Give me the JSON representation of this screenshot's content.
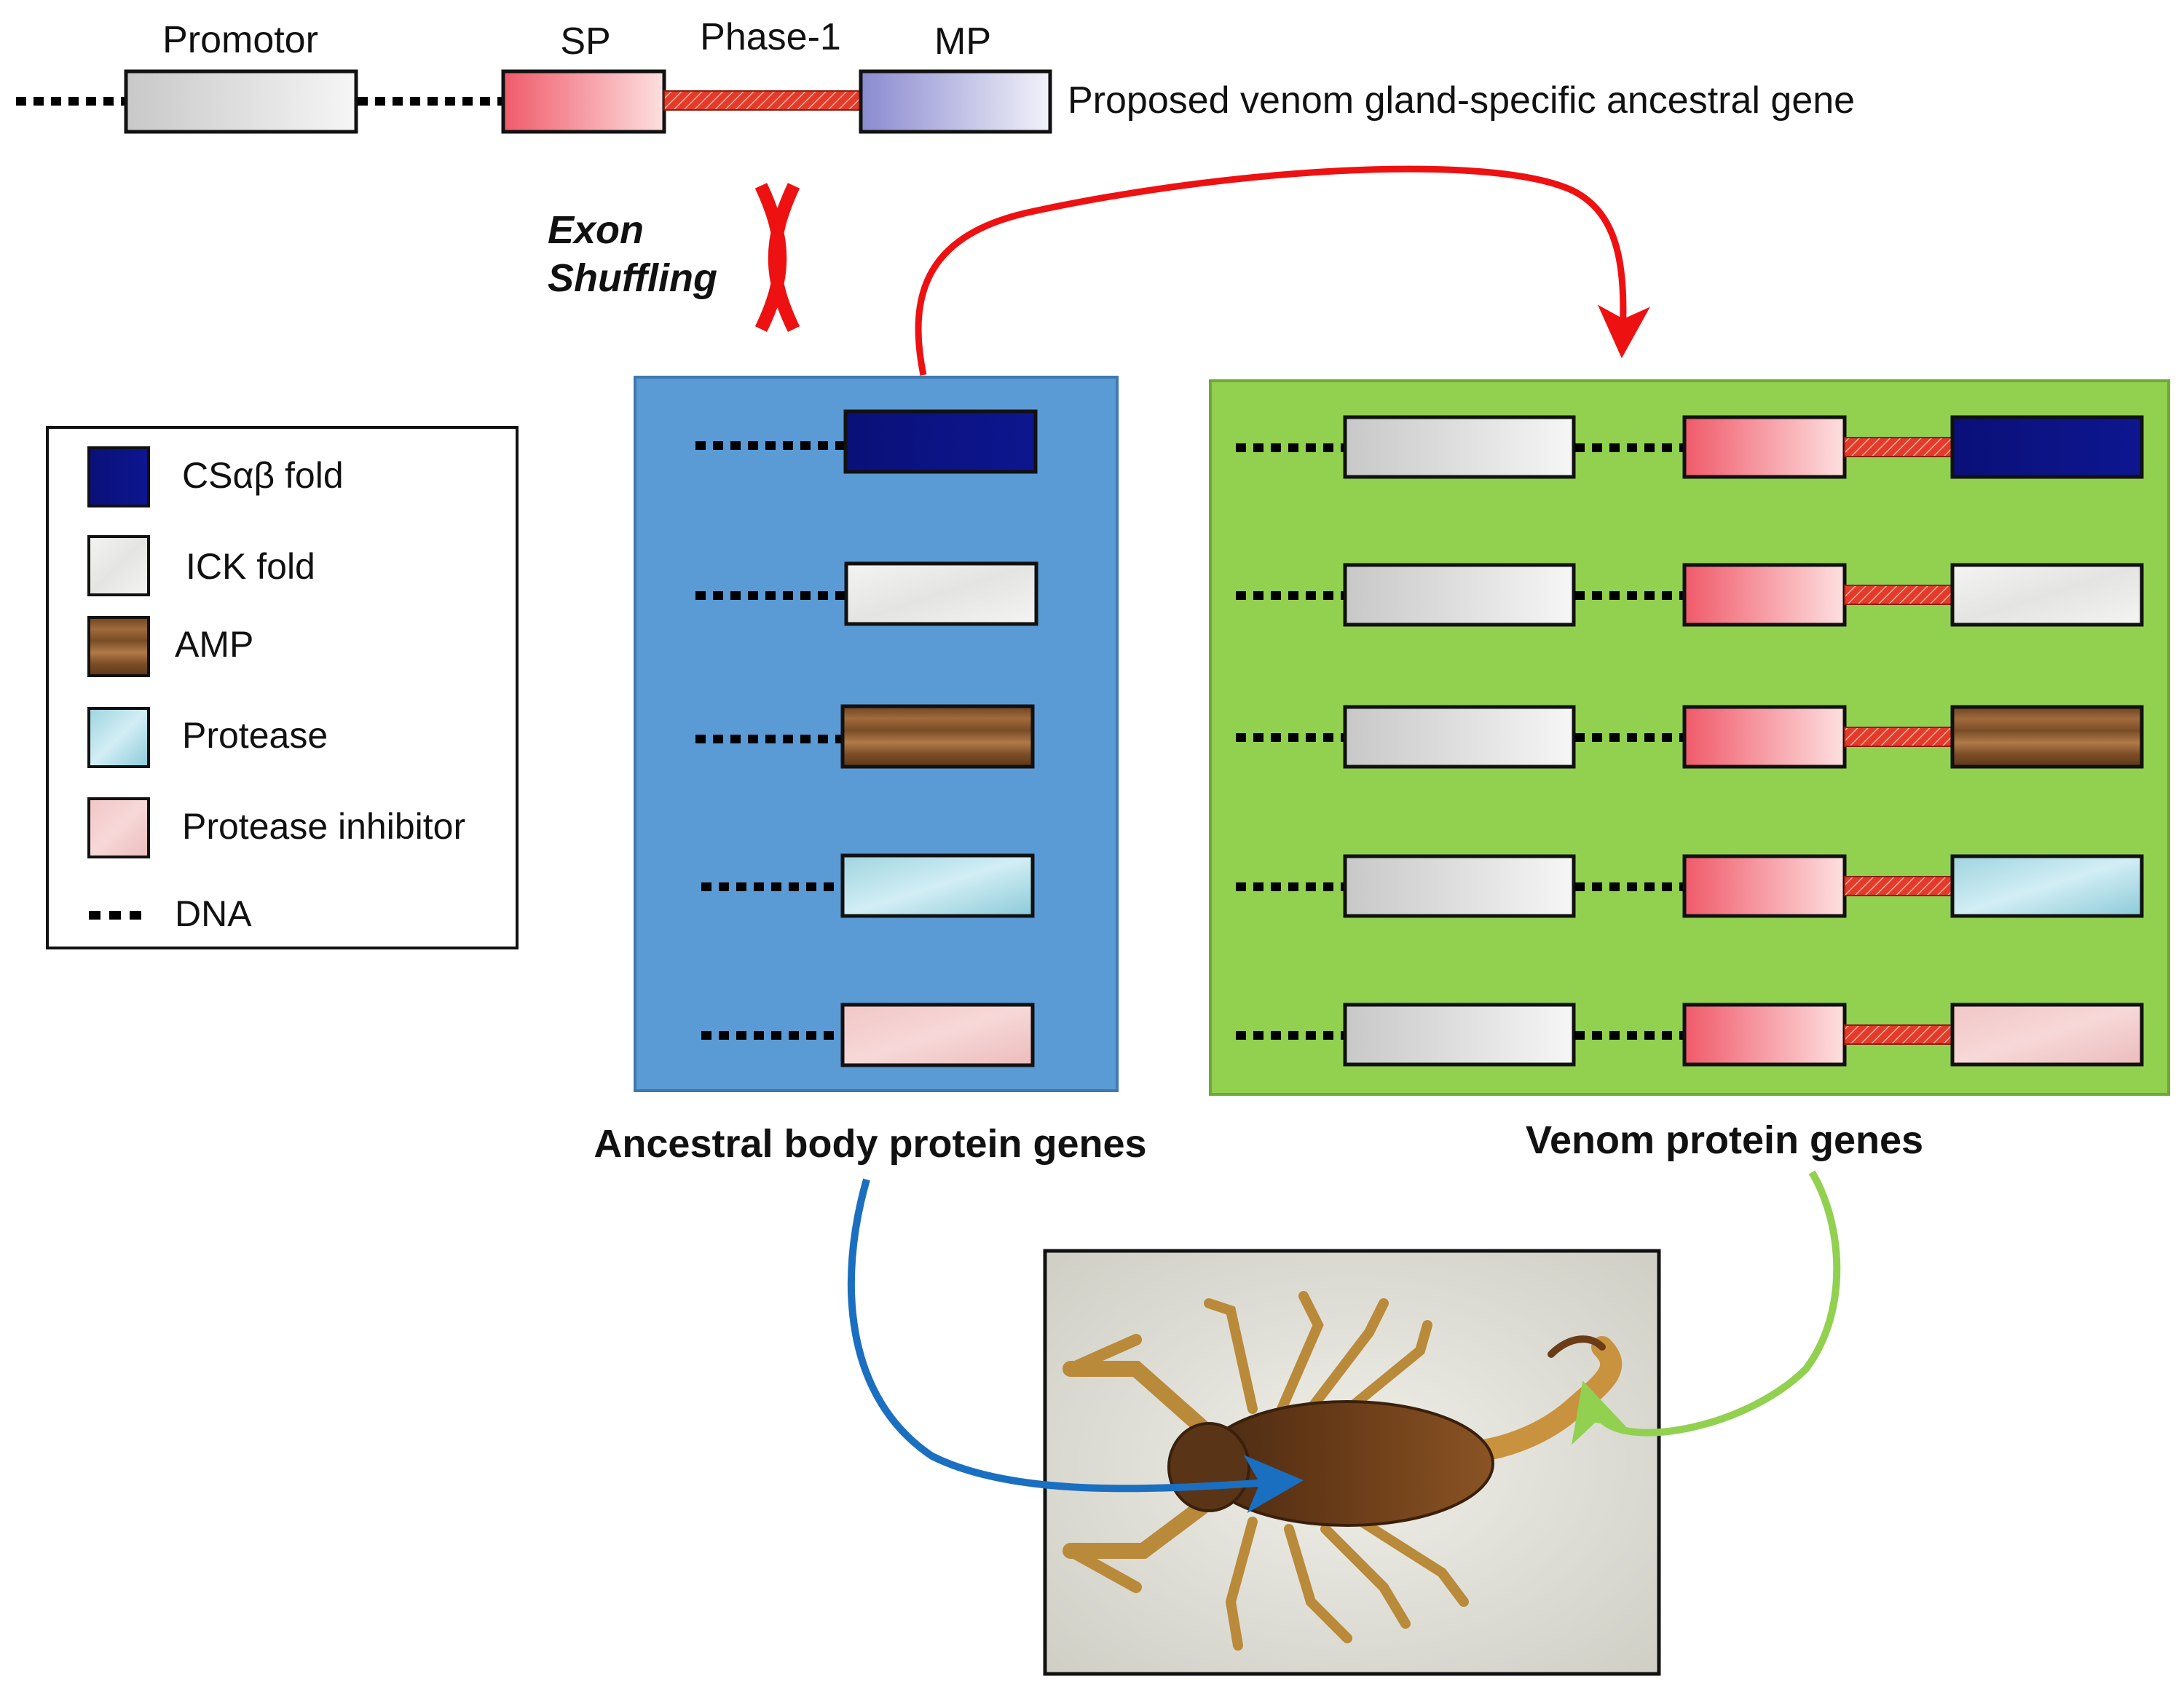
{
  "gene": {
    "promoter": "Promotor",
    "sp": "SP",
    "linker": "Phase-1",
    "mp": "MP",
    "caption": "Proposed venom gland-specific ancestral gene"
  },
  "shuffle": {
    "line1": "Exon",
    "line2": "Shuffling"
  },
  "legend": {
    "items": [
      {
        "label": "CSαβ fold",
        "swatch": "#0a1078"
      },
      {
        "label": "ICK fold",
        "swatch": "#f0f0ee"
      },
      {
        "label": "AMP",
        "swatch": "#8a5a30"
      },
      {
        "label": "Protease",
        "swatch": "#a8dce6"
      },
      {
        "label": "Protease inhibitor",
        "swatch": "#f0c8c8"
      },
      {
        "label": "DNA",
        "swatch": "#000000"
      }
    ]
  },
  "panels": {
    "ancestral": {
      "title": "Ancestral body protein genes",
      "color": "#5b9bd5"
    },
    "venom": {
      "title": "Venom protein genes",
      "color": "#92d050"
    }
  },
  "colors": {
    "arrow_red": "#ee1111",
    "arrow_blue": "#1a6fc0",
    "arrow_green": "#92d050",
    "sp_pink": "#f06070",
    "mp_lavender": "#8a8ad0"
  },
  "photo": {
    "subject": "scorpion"
  }
}
